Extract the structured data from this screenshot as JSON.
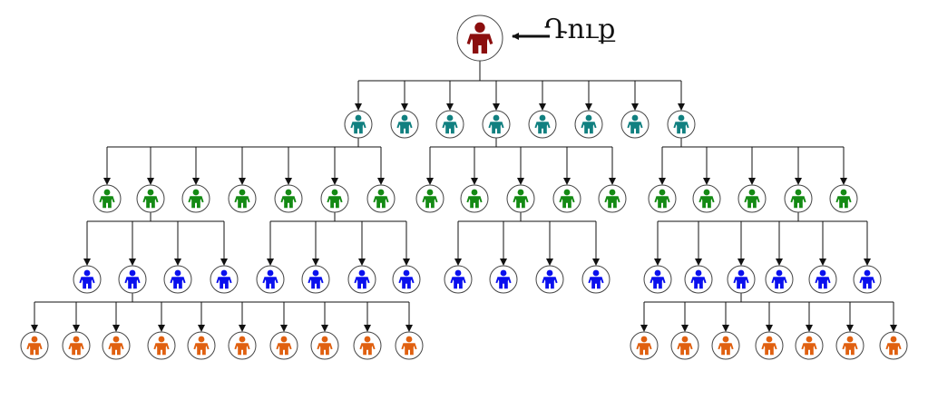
{
  "label": "Դուք",
  "colors": {
    "root": "#8b0e0e",
    "level1": "#118080",
    "level2": "#148a14",
    "level3": "#0a10ee",
    "level4": "#e06010",
    "line": "#111111",
    "circle": "#444444"
  },
  "tree": {
    "level": 0,
    "children": [
      {
        "level": 1,
        "children": [
          {
            "level": 2
          },
          {
            "level": 2,
            "children": [
              {
                "level": 3
              },
              {
                "level": 3,
                "children": [
                  {
                    "level": 4
                  },
                  {
                    "level": 4
                  },
                  {
                    "level": 4
                  },
                  {
                    "level": 4
                  },
                  {
                    "level": 4
                  },
                  {
                    "level": 4
                  },
                  {
                    "level": 4
                  },
                  {
                    "level": 4
                  },
                  {
                    "level": 4
                  },
                  {
                    "level": 4
                  }
                ]
              },
              {
                "level": 3
              },
              {
                "level": 3
              }
            ]
          },
          {
            "level": 2
          },
          {
            "level": 2
          },
          {
            "level": 2
          },
          {
            "level": 2,
            "children": [
              {
                "level": 3
              },
              {
                "level": 3
              },
              {
                "level": 3
              },
              {
                "level": 3
              }
            ]
          },
          {
            "level": 2
          }
        ]
      },
      {
        "level": 1
      },
      {
        "level": 1
      },
      {
        "level": 1,
        "children": [
          {
            "level": 2
          },
          {
            "level": 2
          },
          {
            "level": 2,
            "children": [
              {
                "level": 3
              },
              {
                "level": 3
              },
              {
                "level": 3
              },
              {
                "level": 3
              }
            ]
          },
          {
            "level": 2
          },
          {
            "level": 2
          }
        ]
      },
      {
        "level": 1
      },
      {
        "level": 1
      },
      {
        "level": 1
      },
      {
        "level": 1,
        "children": [
          {
            "level": 2
          },
          {
            "level": 2
          },
          {
            "level": 2
          },
          {
            "level": 2,
            "children": [
              {
                "level": 3
              },
              {
                "level": 3
              },
              {
                "level": 3,
                "children": [
                  {
                    "level": 4
                  },
                  {
                    "level": 4
                  },
                  {
                    "level": 4
                  },
                  {
                    "level": 4
                  },
                  {
                    "level": 4
                  },
                  {
                    "level": 4
                  },
                  {
                    "level": 4
                  }
                ]
              },
              {
                "level": 3
              },
              {
                "level": 3
              },
              {
                "level": 3
              }
            ]
          },
          {
            "level": 2
          }
        ]
      }
    ]
  }
}
